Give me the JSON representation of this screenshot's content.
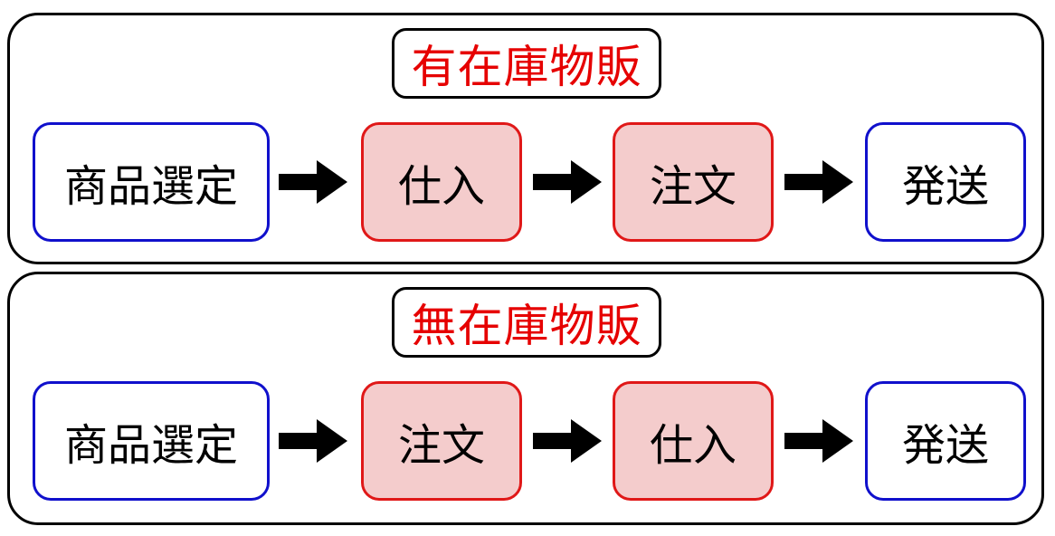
{
  "colors": {
    "title_text": "#e60000",
    "blue_border": "#1010cc",
    "red_border": "#e01818",
    "red_fill": "#f4cccc",
    "arrow": "#000000"
  },
  "panels": [
    {
      "title": "有在庫物販",
      "steps": [
        {
          "label": "商品選定",
          "style": "blue"
        },
        {
          "label": "仕入",
          "style": "red"
        },
        {
          "label": "注文",
          "style": "red"
        },
        {
          "label": "発送",
          "style": "blue"
        }
      ]
    },
    {
      "title": "無在庫物販",
      "steps": [
        {
          "label": "商品選定",
          "style": "blue"
        },
        {
          "label": "注文",
          "style": "red"
        },
        {
          "label": "仕入",
          "style": "red"
        },
        {
          "label": "発送",
          "style": "blue"
        }
      ]
    }
  ]
}
